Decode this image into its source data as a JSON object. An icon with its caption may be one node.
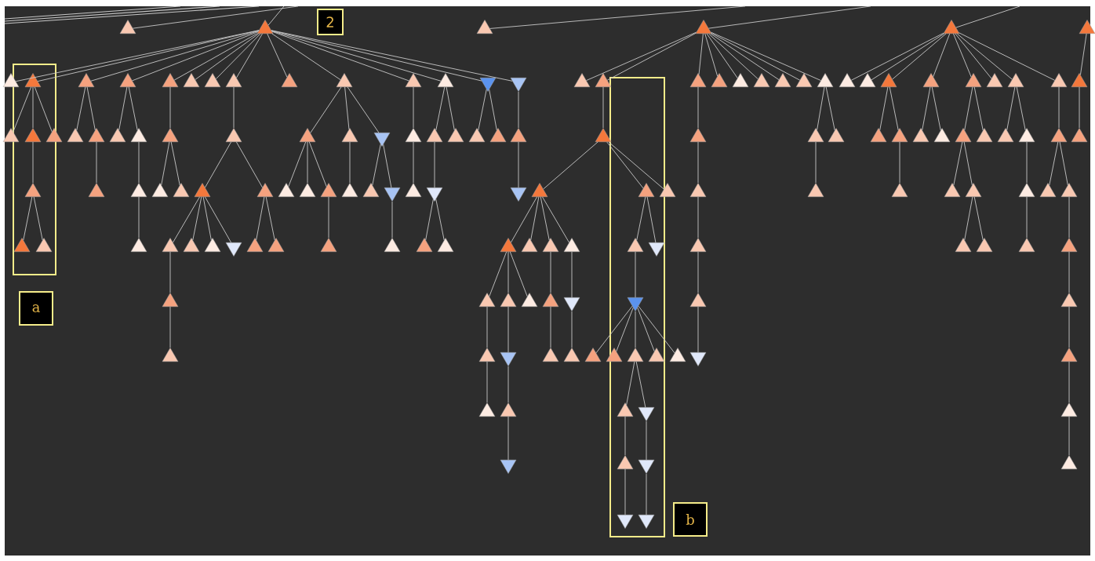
{
  "diagram": {
    "nodes": [
      {
        "text": [],
        "shape": "triangle"
      },
      {
        "text": [],
        "shape": "triangle"
      },
      {
        "text": [],
        "shape": "triangle"
      },
      {
        "text": [],
        "shape": "triangle"
      },
      {
        "text": [],
        "shape": "triangle"
      },
      {
        "text": [],
        "shape": "triangle"
      },
      {
        "text": [],
        "shape": "triangle"
      },
      {
        "text": [],
        "shape": "triangle"
      },
      {
        "text": [],
        "shape": "triangle"
      },
      {
        "text": [],
        "shape": "triangle"
      },
      {
        "text": [],
        "shape": "triangle"
      },
      {
        "text": [],
        "shape": "triangle"
      },
      {
        "text": [],
        "shape": "triangle"
      },
      {
        "text": [],
        "shape": "triangle"
      },
      {
        "text": [],
        "shape": "triangle"
      },
      {
        "text": [],
        "shape": "triangle"
      },
      {
        "text": [],
        "shape": "triangle"
      },
      {
        "text": [],
        "shape": "triangle"
      },
      {
        "text": [],
        "shape": "inverted-triangle"
      },
      {
        "text": [],
        "shape": "inverted-triangle"
      },
      {
        "text": [],
        "shape": "triangle"
      },
      {
        "text": [],
        "shape": "triangle"
      },
      {
        "text": [],
        "shape": "triangle"
      },
      {
        "text": [],
        "shape": "triangle"
      },
      {
        "text": [],
        "shape": "triangle"
      },
      {
        "text": [],
        "shape": "triangle"
      },
      {
        "text": [],
        "shape": "triangle"
      },
      {
        "text": [],
        "shape": "triangle"
      },
      {
        "text": [],
        "shape": "triangle"
      },
      {
        "text": [],
        "shape": "triangle"
      },
      {
        "text": [],
        "shape": "triangle"
      },
      {
        "text": [],
        "shape": "triangle"
      },
      {
        "text": [],
        "shape": "triangle"
      },
      {
        "text": [],
        "shape": "triangle"
      },
      {
        "text": [],
        "shape": "triangle"
      },
      {
        "text": [],
        "shape": "triangle"
      },
      {
        "text": [],
        "shape": "triangle"
      },
      {
        "text": [],
        "shape": "triangle"
      },
      {
        "text": [],
        "shape": "triangle"
      },
      {
        "text": [],
        "shape": "triangle"
      },
      {
        "text": [],
        "shape": "triangle"
      },
      {
        "text": [],
        "shape": "triangle"
      },
      {
        "text": [],
        "shape": "triangle"
      },
      {
        "text": [],
        "shape": "triangle"
      },
      {
        "text": [],
        "shape": "triangle"
      },
      {
        "text": [],
        "shape": "triangle"
      },
      {
        "text": [],
        "shape": "triangle"
      },
      {
        "text": [],
        "shape": "triangle"
      },
      {
        "text": [],
        "shape": "triangle"
      },
      {
        "text": [],
        "shape": "inverted-triangle"
      },
      {
        "text": [],
        "shape": "triangle"
      },
      {
        "text": [],
        "shape": "triangle"
      },
      {
        "text": [],
        "shape": "triangle"
      },
      {
        "text": [],
        "shape": "triangle"
      },
      {
        "text": [],
        "shape": "triangle"
      },
      {
        "text": [],
        "shape": "triangle"
      },
      {
        "text": [],
        "shape": "triangle"
      },
      {
        "text": [],
        "shape": "triangle"
      },
      {
        "text": [],
        "shape": "triangle"
      },
      {
        "text": [],
        "shape": "triangle"
      },
      {
        "text": [],
        "shape": "triangle"
      },
      {
        "text": [],
        "shape": "triangle"
      },
      {
        "text": [],
        "shape": "triangle"
      },
      {
        "text": [],
        "shape": "triangle"
      },
      {
        "text": [],
        "shape": "triangle"
      },
      {
        "text": [],
        "shape": "triangle"
      },
      {
        "text": [],
        "shape": "triangle"
      },
      {
        "text": [],
        "shape": "triangle"
      },
      {
        "text": [],
        "shape": "triangle"
      },
      {
        "text": [],
        "shape": "triangle"
      },
      {
        "text": [],
        "shape": "triangle"
      },
      {
        "text": [],
        "shape": "triangle"
      },
      {
        "text": [],
        "shape": "triangle"
      },
      {
        "text": [],
        "shape": "triangle"
      },
      {
        "text": [],
        "shape": "triangle"
      },
      {
        "text": [],
        "shape": "triangle"
      },
      {
        "text": [],
        "shape": "triangle"
      },
      {
        "text": [],
        "shape": "triangle"
      },
      {
        "text": [],
        "shape": "triangle"
      },
      {
        "text": [],
        "shape": "triangle"
      },
      {
        "text": [],
        "shape": "triangle"
      },
      {
        "text": [],
        "shape": "triangle"
      },
      {
        "text": [],
        "shape": "inverted-triangle"
      },
      {
        "text": [],
        "shape": "triangle"
      },
      {
        "text": [],
        "shape": "inverted-triangle"
      },
      {
        "text": [],
        "shape": "inverted-triangle"
      },
      {
        "text": [],
        "shape": "triangle"
      },
      {
        "text": [],
        "shape": "triangle"
      },
      {
        "text": [],
        "shape": "triangle"
      },
      {
        "text": [],
        "shape": "triangle"
      },
      {
        "text": [],
        "shape": "triangle"
      },
      {
        "text": [],
        "shape": "triangle"
      },
      {
        "text": [],
        "shape": "triangle"
      },
      {
        "text": [],
        "shape": "triangle"
      },
      {
        "text": [],
        "shape": "triangle"
      },
      {
        "text": [],
        "shape": "triangle"
      },
      {
        "text": [],
        "shape": "triangle"
      },
      {
        "text": [],
        "shape": "triangle"
      },
      {
        "text": [],
        "shape": "triangle"
      },
      {
        "text": [],
        "shape": "triangle"
      },
      {
        "text": [],
        "shape": "triangle"
      },
      {
        "text": [],
        "shape": "triangle"
      },
      {
        "text": [],
        "shape": "triangle"
      },
      {
        "text": [],
        "shape": "inverted-triangle"
      },
      {
        "text": [],
        "shape": "triangle"
      },
      {
        "text": [],
        "shape": "triangle"
      },
      {
        "text": [],
        "shape": "triangle"
      },
      {
        "text": [],
        "shape": "triangle"
      },
      {
        "text": [],
        "shape": "triangle"
      },
      {
        "text": [],
        "shape": "triangle"
      },
      {
        "text": [],
        "shape": "triangle"
      },
      {
        "text": [],
        "shape": "triangle"
      },
      {
        "text": [],
        "shape": "triangle"
      },
      {
        "text": [],
        "shape": "triangle"
      },
      {
        "text": [],
        "shape": "triangle"
      },
      {
        "text": [],
        "shape": "inverted-triangle"
      },
      {
        "text": [],
        "shape": "triangle"
      },
      {
        "text": [],
        "shape": "triangle"
      },
      {
        "text": [],
        "shape": "triangle"
      },
      {
        "text": [],
        "shape": "triangle"
      },
      {
        "text": [],
        "shape": "triangle"
      },
      {
        "text": [],
        "shape": "triangle"
      },
      {
        "text": [],
        "shape": "triangle"
      },
      {
        "text": [],
        "shape": "triangle"
      },
      {
        "text": [],
        "shape": "triangle"
      },
      {
        "text": [],
        "shape": "triangle"
      },
      {
        "text": [],
        "shape": "inverted-triangle"
      },
      {
        "text": [],
        "shape": "inverted-triangle"
      },
      {
        "text": [],
        "shape": "triangle"
      },
      {
        "text": [],
        "shape": "triangle"
      },
      {
        "text": [],
        "shape": "triangle"
      },
      {
        "text": [],
        "shape": "triangle"
      },
      {
        "text": [],
        "shape": "inverted-triangle"
      },
      {
        "text": [],
        "shape": "triangle"
      },
      {
        "text": [],
        "shape": "triangle"
      },
      {
        "text": [],
        "shape": "triangle"
      },
      {
        "text": [],
        "shape": "triangle"
      },
      {
        "text": [],
        "shape": "triangle"
      },
      {
        "text": [],
        "shape": "triangle"
      },
      {
        "text": [],
        "shape": "triangle"
      },
      {
        "text": [],
        "shape": "inverted-triangle"
      },
      {
        "text": [],
        "shape": "triangle"
      },
      {
        "text": [],
        "shape": "triangle"
      },
      {
        "text": [],
        "shape": "triangle"
      },
      {
        "text": [],
        "shape": "triangle"
      },
      {
        "text": [],
        "shape": "inverted-triangle"
      },
      {
        "text": [],
        "shape": "triangle"
      },
      {
        "text": [],
        "shape": "inverted-triangle"
      },
      {
        "text": [],
        "shape": "triangle"
      },
      {
        "text": [],
        "shape": "inverted-triangle"
      },
      {
        "text": [],
        "shape": "triangle"
      },
      {
        "text": [],
        "shape": "inverted-triangle"
      },
      {
        "text": [],
        "shape": "inverted-triangle"
      },
      {
        "text": [
          "2"
        ]
      },
      {
        "text": [
          "a"
        ]
      },
      {
        "text": [
          "b"
        ]
      }
    ],
    "edges": [
      {
        "from": null,
        "to": 0,
        "arrow": "none"
      },
      {
        "from": null,
        "to": 1,
        "arrow": "none"
      },
      {
        "from": null,
        "to": 2,
        "arrow": "none"
      },
      {
        "from": null,
        "to": 3,
        "arrow": "none"
      },
      {
        "from": null,
        "to": 4,
        "arrow": "none"
      },
      {
        "from": 1,
        "to": 6,
        "arrow": "none"
      },
      {
        "from": 1,
        "to": 7,
        "arrow": "none"
      },
      {
        "from": 1,
        "to": 8,
        "arrow": "none"
      },
      {
        "from": 1,
        "to": 9,
        "arrow": "none"
      },
      {
        "from": 1,
        "to": 10,
        "arrow": "none"
      },
      {
        "from": 1,
        "to": 11,
        "arrow": "none"
      },
      {
        "from": 1,
        "to": 12,
        "arrow": "none"
      },
      {
        "from": 1,
        "to": 13,
        "arrow": "none"
      },
      {
        "from": 1,
        "to": 14,
        "arrow": "none"
      },
      {
        "from": 1,
        "to": 15,
        "arrow": "none"
      },
      {
        "from": 1,
        "to": 16,
        "arrow": "none"
      },
      {
        "from": 1,
        "to": 17,
        "arrow": "none"
      },
      {
        "from": 1,
        "to": 18,
        "arrow": "none"
      },
      {
        "from": 1,
        "to": 19,
        "arrow": "none"
      },
      {
        "from": 3,
        "to": 20,
        "arrow": "none"
      },
      {
        "from": 3,
        "to": 21,
        "arrow": "none"
      },
      {
        "from": 3,
        "to": 22,
        "arrow": "none"
      },
      {
        "from": 3,
        "to": 23,
        "arrow": "none"
      },
      {
        "from": 3,
        "to": 24,
        "arrow": "none"
      },
      {
        "from": 3,
        "to": 25,
        "arrow": "none"
      },
      {
        "from": 3,
        "to": 26,
        "arrow": "none"
      },
      {
        "from": 3,
        "to": 27,
        "arrow": "none"
      },
      {
        "from": 3,
        "to": 28,
        "arrow": "none"
      },
      {
        "from": 4,
        "to": 29,
        "arrow": "none"
      },
      {
        "from": 4,
        "to": 30,
        "arrow": "none"
      },
      {
        "from": 4,
        "to": 31,
        "arrow": "none"
      },
      {
        "from": 4,
        "to": 32,
        "arrow": "none"
      },
      {
        "from": 4,
        "to": 33,
        "arrow": "none"
      },
      {
        "from": 4,
        "to": 34,
        "arrow": "none"
      },
      {
        "from": 4,
        "to": 35,
        "arrow": "none"
      },
      {
        "from": 4,
        "to": 36,
        "arrow": "none"
      },
      {
        "from": 5,
        "to": 37,
        "arrow": "none"
      },
      {
        "from": 7,
        "to": 38,
        "arrow": "none"
      },
      {
        "from": 7,
        "to": 39,
        "arrow": "none"
      },
      {
        "from": 7,
        "to": 40,
        "arrow": "none"
      },
      {
        "from": 8,
        "to": 41,
        "arrow": "none"
      },
      {
        "from": 8,
        "to": 42,
        "arrow": "none"
      },
      {
        "from": 9,
        "to": 43,
        "arrow": "none"
      },
      {
        "from": 9,
        "to": 44,
        "arrow": "none"
      },
      {
        "from": 10,
        "to": 45,
        "arrow": "none"
      },
      {
        "from": 13,
        "to": 46,
        "arrow": "none"
      },
      {
        "from": 15,
        "to": 47,
        "arrow": "none"
      },
      {
        "from": 15,
        "to": 48,
        "arrow": "none"
      },
      {
        "from": 15,
        "to": 49,
        "arrow": "none"
      },
      {
        "from": 16,
        "to": 50,
        "arrow": "none"
      },
      {
        "from": 17,
        "to": 51,
        "arrow": "none"
      },
      {
        "from": 17,
        "to": 52,
        "arrow": "none"
      },
      {
        "from": 18,
        "to": 53,
        "arrow": "none"
      },
      {
        "from": 18,
        "to": 54,
        "arrow": "none"
      },
      {
        "from": 19,
        "to": 55,
        "arrow": "none"
      },
      {
        "from": 21,
        "to": 56,
        "arrow": "none"
      },
      {
        "from": 22,
        "to": 57,
        "arrow": "none"
      },
      {
        "from": 28,
        "to": 58,
        "arrow": "none"
      },
      {
        "from": 28,
        "to": 59,
        "arrow": "none"
      },
      {
        "from": 31,
        "to": 60,
        "arrow": "none"
      },
      {
        "from": 31,
        "to": 61,
        "arrow": "none"
      },
      {
        "from": 32,
        "to": 62,
        "arrow": "none"
      },
      {
        "from": 32,
        "to": 63,
        "arrow": "none"
      },
      {
        "from": 33,
        "to": 64,
        "arrow": "none"
      },
      {
        "from": 33,
        "to": 65,
        "arrow": "none"
      },
      {
        "from": 35,
        "to": 66,
        "arrow": "none"
      },
      {
        "from": 35,
        "to": 67,
        "arrow": "none"
      },
      {
        "from": 36,
        "to": 68,
        "arrow": "none"
      },
      {
        "from": 37,
        "to": 69,
        "arrow": "none"
      },
      {
        "from": 39,
        "to": 70,
        "arrow": "none"
      },
      {
        "from": 42,
        "to": 71,
        "arrow": "none"
      },
      {
        "from": 44,
        "to": 72,
        "arrow": "none"
      },
      {
        "from": 45,
        "to": 73,
        "arrow": "none"
      },
      {
        "from": 45,
        "to": 74,
        "arrow": "none"
      },
      {
        "from": 46,
        "to": 75,
        "arrow": "none"
      },
      {
        "from": 46,
        "to": 76,
        "arrow": "none"
      },
      {
        "from": 47,
        "to": 77,
        "arrow": "none"
      },
      {
        "from": 47,
        "to": 78,
        "arrow": "none"
      },
      {
        "from": 47,
        "to": 79,
        "arrow": "none"
      },
      {
        "from": 48,
        "to": 80,
        "arrow": "none"
      },
      {
        "from": 49,
        "to": 81,
        "arrow": "none"
      },
      {
        "from": 49,
        "to": 82,
        "arrow": "none"
      },
      {
        "from": 50,
        "to": 83,
        "arrow": "none"
      },
      {
        "from": 51,
        "to": 84,
        "arrow": "none"
      },
      {
        "from": 55,
        "to": 85,
        "arrow": "none"
      },
      {
        "from": 56,
        "to": 86,
        "arrow": "none"
      },
      {
        "from": 56,
        "to": 87,
        "arrow": "none"
      },
      {
        "from": 56,
        "to": 88,
        "arrow": "none"
      },
      {
        "from": 57,
        "to": 89,
        "arrow": "none"
      },
      {
        "from": 58,
        "to": 90,
        "arrow": "none"
      },
      {
        "from": 61,
        "to": 91,
        "arrow": "none"
      },
      {
        "from": 64,
        "to": 92,
        "arrow": "none"
      },
      {
        "from": 64,
        "to": 93,
        "arrow": "none"
      },
      {
        "from": 67,
        "to": 94,
        "arrow": "none"
      },
      {
        "from": 68,
        "to": 95,
        "arrow": "none"
      },
      {
        "from": 68,
        "to": 96,
        "arrow": "none"
      },
      {
        "from": 70,
        "to": 97,
        "arrow": "none"
      },
      {
        "from": 70,
        "to": 98,
        "arrow": "none"
      },
      {
        "from": 72,
        "to": 99,
        "arrow": "none"
      },
      {
        "from": 75,
        "to": 100,
        "arrow": "none"
      },
      {
        "from": 75,
        "to": 101,
        "arrow": "none"
      },
      {
        "from": 75,
        "to": 102,
        "arrow": "none"
      },
      {
        "from": 75,
        "to": 103,
        "arrow": "none"
      },
      {
        "from": 76,
        "to": 104,
        "arrow": "none"
      },
      {
        "from": 76,
        "to": 105,
        "arrow": "none"
      },
      {
        "from": 79,
        "to": 106,
        "arrow": "none"
      },
      {
        "from": 82,
        "to": 107,
        "arrow": "none"
      },
      {
        "from": 84,
        "to": 108,
        "arrow": "none"
      },
      {
        "from": 84,
        "to": 109,
        "arrow": "none"
      },
      {
        "from": 86,
        "to": 110,
        "arrow": "none"
      },
      {
        "from": 86,
        "to": 111,
        "arrow": "none"
      },
      {
        "from": 86,
        "to": 112,
        "arrow": "none"
      },
      {
        "from": 86,
        "to": 113,
        "arrow": "none"
      },
      {
        "from": 87,
        "to": 114,
        "arrow": "none"
      },
      {
        "from": 87,
        "to": 115,
        "arrow": "none"
      },
      {
        "from": 89,
        "to": 116,
        "arrow": "none"
      },
      {
        "from": 93,
        "to": 117,
        "arrow": "none"
      },
      {
        "from": 93,
        "to": 118,
        "arrow": "none"
      },
      {
        "from": 94,
        "to": 119,
        "arrow": "none"
      },
      {
        "from": 96,
        "to": 120,
        "arrow": "none"
      },
      {
        "from": 100,
        "to": 121,
        "arrow": "none"
      },
      {
        "from": 110,
        "to": 122,
        "arrow": "none"
      },
      {
        "from": 110,
        "to": 123,
        "arrow": "none"
      },
      {
        "from": 110,
        "to": 124,
        "arrow": "none"
      },
      {
        "from": 112,
        "to": 125,
        "arrow": "none"
      },
      {
        "from": 113,
        "to": 126,
        "arrow": "none"
      },
      {
        "from": 114,
        "to": 127,
        "arrow": "none"
      },
      {
        "from": 116,
        "to": 128,
        "arrow": "none"
      },
      {
        "from": 120,
        "to": 129,
        "arrow": "none"
      },
      {
        "from": 121,
        "to": 130,
        "arrow": "none"
      },
      {
        "from": 122,
        "to": 131,
        "arrow": "none"
      },
      {
        "from": 123,
        "to": 132,
        "arrow": "none"
      },
      {
        "from": 125,
        "to": 133,
        "arrow": "none"
      },
      {
        "from": 126,
        "to": 134,
        "arrow": "none"
      },
      {
        "from": 127,
        "to": 135,
        "arrow": "none"
      },
      {
        "from": 127,
        "to": 136,
        "arrow": "none"
      },
      {
        "from": 127,
        "to": 137,
        "arrow": "none"
      },
      {
        "from": 127,
        "to": 138,
        "arrow": "none"
      },
      {
        "from": 127,
        "to": 139,
        "arrow": "none"
      },
      {
        "from": 128,
        "to": 140,
        "arrow": "none"
      },
      {
        "from": 129,
        "to": 141,
        "arrow": "none"
      },
      {
        "from": 131,
        "to": 142,
        "arrow": "none"
      },
      {
        "from": 132,
        "to": 143,
        "arrow": "none"
      },
      {
        "from": 137,
        "to": 144,
        "arrow": "none"
      },
      {
        "from": 137,
        "to": 145,
        "arrow": "none"
      },
      {
        "from": 141,
        "to": 146,
        "arrow": "none"
      },
      {
        "from": 143,
        "to": 147,
        "arrow": "none"
      },
      {
        "from": 144,
        "to": 148,
        "arrow": "none"
      },
      {
        "from": 145,
        "to": 149,
        "arrow": "none"
      },
      {
        "from": 146,
        "to": 150,
        "arrow": "none"
      },
      {
        "from": 148,
        "to": 151,
        "arrow": "none"
      },
      {
        "from": 149,
        "to": 152,
        "arrow": "none"
      }
    ]
  }
}
